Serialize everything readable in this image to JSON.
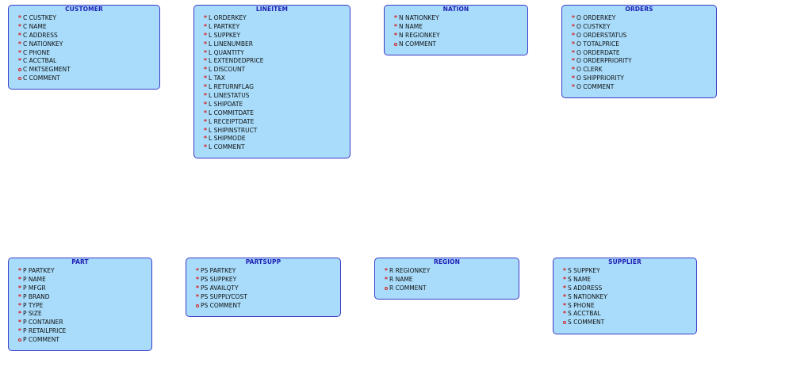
{
  "diagram": {
    "entities": [
      {
        "key": "customer",
        "title": "CUSTOMER",
        "attributes": [
          {
            "name": "C CUSTKEY",
            "required": true
          },
          {
            "name": "C NAME",
            "required": true
          },
          {
            "name": "C ADDRESS",
            "required": true
          },
          {
            "name": "C NATIONKEY",
            "required": true
          },
          {
            "name": "C PHONE",
            "required": true
          },
          {
            "name": "C ACCTBAL",
            "required": true
          },
          {
            "name": "C MKTSEGMENT",
            "required": false
          },
          {
            "name": "C COMMENT",
            "required": false
          }
        ]
      },
      {
        "key": "lineitem",
        "title": "LINEITEM",
        "attributes": [
          {
            "name": "L ORDERKEY",
            "required": true
          },
          {
            "name": "L PARTKEY",
            "required": true
          },
          {
            "name": "L SUPPKEY",
            "required": true
          },
          {
            "name": "L LINENUMBER",
            "required": true
          },
          {
            "name": "L QUANTITY",
            "required": true
          },
          {
            "name": "L EXTENDEDPRICE",
            "required": true
          },
          {
            "name": "L DISCOUNT",
            "required": true
          },
          {
            "name": "L TAX",
            "required": true
          },
          {
            "name": "L RETURNFLAG",
            "required": true
          },
          {
            "name": "L LINESTATUS",
            "required": true
          },
          {
            "name": "L SHIPDATE",
            "required": true
          },
          {
            "name": "L COMMITDATE",
            "required": true
          },
          {
            "name": "L RECEIPTDATE",
            "required": true
          },
          {
            "name": "L SHIPINSTRUCT",
            "required": true
          },
          {
            "name": "L SHIPMODE",
            "required": true
          },
          {
            "name": "L COMMENT",
            "required": true
          }
        ]
      },
      {
        "key": "nation",
        "title": "NATION",
        "attributes": [
          {
            "name": "N NATIONKEY",
            "required": true
          },
          {
            "name": "N NAME",
            "required": true
          },
          {
            "name": "N REGIONKEY",
            "required": true
          },
          {
            "name": "N COMMENT",
            "required": false
          }
        ]
      },
      {
        "key": "orders",
        "title": "ORDERS",
        "attributes": [
          {
            "name": "O ORDERKEY",
            "required": true
          },
          {
            "name": "O CUSTKEY",
            "required": true
          },
          {
            "name": "O ORDERSTATUS",
            "required": true
          },
          {
            "name": "O TOTALPRICE",
            "required": true
          },
          {
            "name": "O ORDERDATE",
            "required": true
          },
          {
            "name": "O ORDERPRIORITY",
            "required": true
          },
          {
            "name": "O CLERK",
            "required": true
          },
          {
            "name": "O SHIPPRIORITY",
            "required": true
          },
          {
            "name": "O COMMENT",
            "required": true
          }
        ]
      },
      {
        "key": "part",
        "title": "PART",
        "attributes": [
          {
            "name": "P PARTKEY",
            "required": true
          },
          {
            "name": "P NAME",
            "required": true
          },
          {
            "name": "P MFGR",
            "required": true
          },
          {
            "name": "P BRAND",
            "required": true
          },
          {
            "name": "P TYPE",
            "required": true
          },
          {
            "name": "P SIZE",
            "required": true
          },
          {
            "name": "P CONTAINER",
            "required": true
          },
          {
            "name": "P RETAILPRICE",
            "required": true
          },
          {
            "name": "P COMMENT",
            "required": false
          }
        ]
      },
      {
        "key": "partsupp",
        "title": "PARTSUPP",
        "attributes": [
          {
            "name": "PS PARTKEY",
            "required": true
          },
          {
            "name": "PS SUPPKEY",
            "required": true
          },
          {
            "name": "PS AVAILQTY",
            "required": true
          },
          {
            "name": "PS SUPPLYCOST",
            "required": true
          },
          {
            "name": "PS COMMENT",
            "required": false
          }
        ]
      },
      {
        "key": "region",
        "title": "REGION",
        "attributes": [
          {
            "name": "R REGIONKEY",
            "required": true
          },
          {
            "name": "R NAME",
            "required": true
          },
          {
            "name": "R COMMENT",
            "required": false
          }
        ]
      },
      {
        "key": "supplier",
        "title": "SUPPLIER",
        "attributes": [
          {
            "name": "S SUPPKEY",
            "required": true
          },
          {
            "name": "S NAME",
            "required": true
          },
          {
            "name": "S ADDRESS",
            "required": true
          },
          {
            "name": "S NATIONKEY",
            "required": true
          },
          {
            "name": "S PHONE",
            "required": true
          },
          {
            "name": "S ACCTBAL",
            "required": true
          },
          {
            "name": "S COMMENT",
            "required": false
          }
        ]
      }
    ],
    "markers": {
      "required": "*",
      "optional": ""
    }
  }
}
